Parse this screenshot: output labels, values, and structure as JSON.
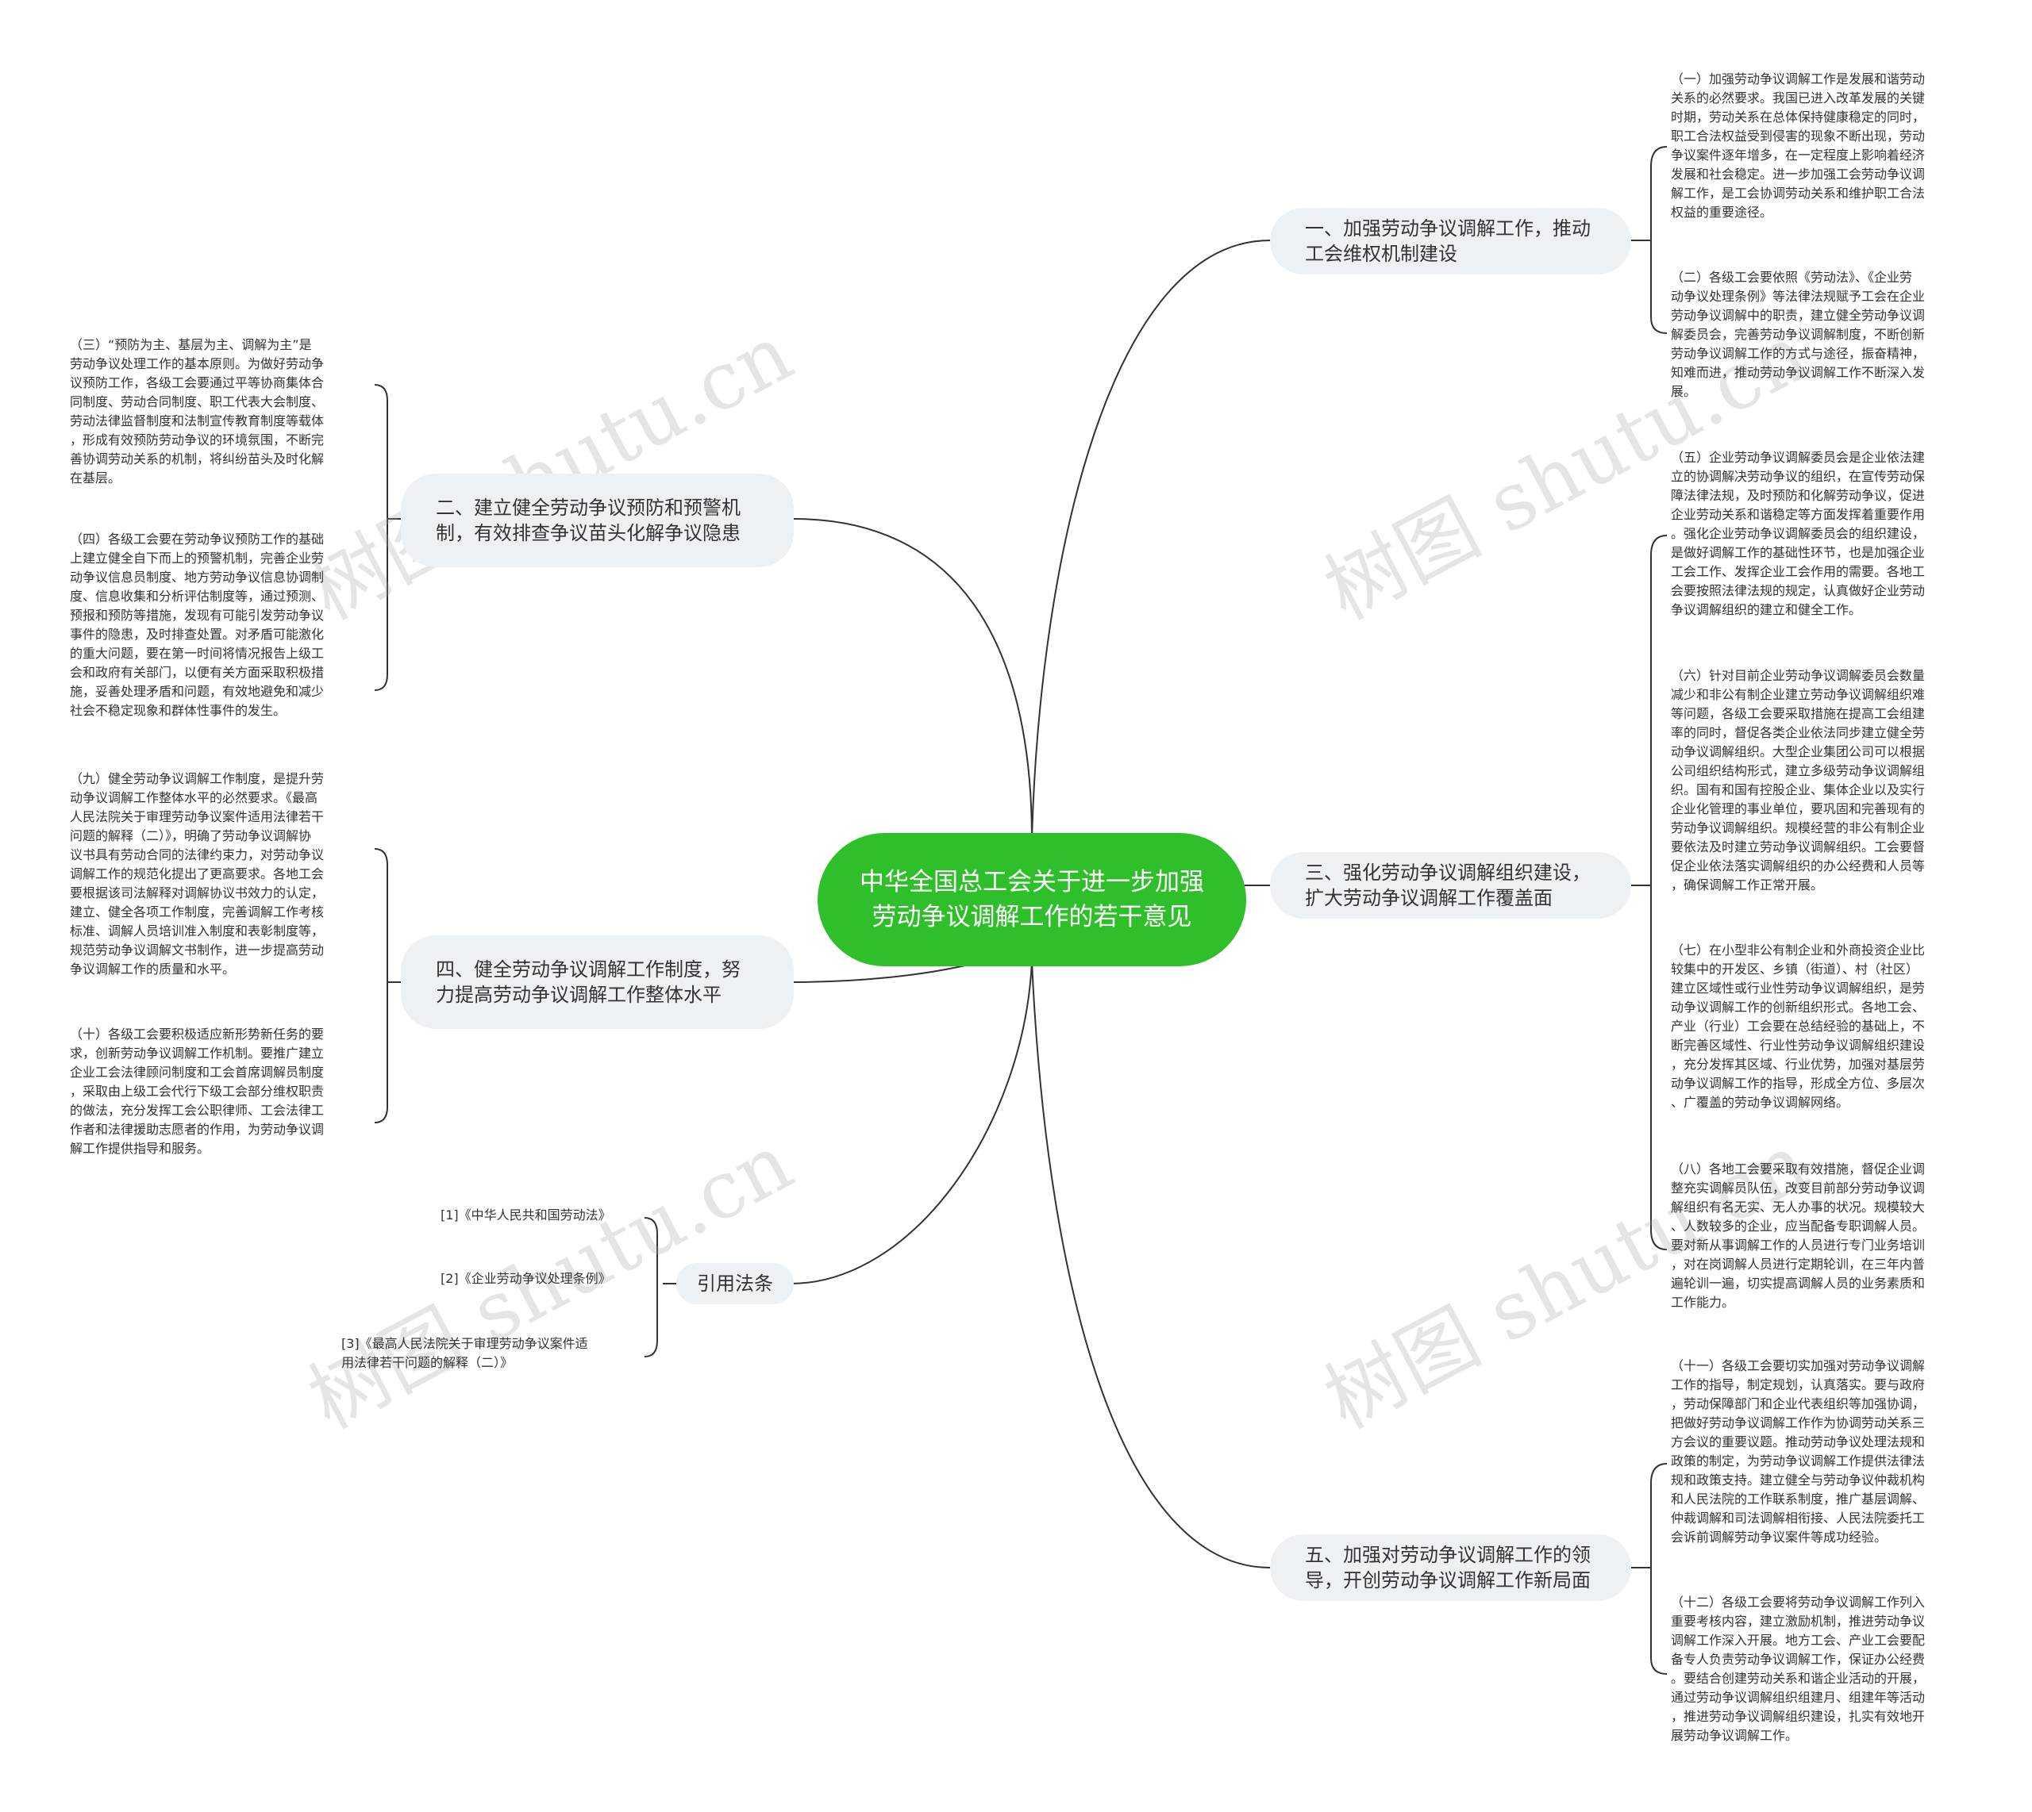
{
  "central": {
    "title": "中华全国总工会关于进一步加强劳动争议调解工作的若干意见"
  },
  "watermark": "树图 shutu.cn",
  "colors": {
    "central_fill": "#2fbf2a",
    "branch_fill": "#eef1f4",
    "line": "#333333",
    "text": "#333333"
  },
  "branches": [
    {
      "label": "一、加强劳动争议调解工作，推动工会维权机制建设",
      "leaves": [
        "（一）加强劳动争议调解工作是发展和谐劳动\n关系的必然要求。我国已进入改革发展的关键\n时期，劳动关系在总体保持健康稳定的同时，\n职工合法权益受到侵害的现象不断出现，劳动\n争议案件逐年增多，在一定程度上影响着经济\n发展和社会稳定。进一步加强工会劳动争议调\n解工作，是工会协调劳动关系和维护职工合法\n权益的重要途径。",
        "（二）各级工会要依照《劳动法》、《企业劳\n动争议处理条例》等法律法规赋予工会在企业\n劳动争议调解中的职责，建立健全劳动争议调\n解委员会，完善劳动争议调解制度，不断创新\n劳动争议调解工作的方式与途径，振奋精神，\n知难而进，推动劳动争议调解工作不断深入发\n展。"
      ]
    },
    {
      "label": "二、建立健全劳动争议预防和预警机制，有效排查争议苗头化解争议隐患",
      "leaves": [
        "（三）“预防为主、基层为主、调解为主”是\n劳动争议处理工作的基本原则。为做好劳动争\n议预防工作，各级工会要通过平等协商集体合\n同制度、劳动合同制度、职工代表大会制度、\n劳动法律监督制度和法制宣传教育制度等载体\n，形成有效预防劳动争议的环境氛围，不断完\n善协调劳动关系的机制，将纠纷苗头及时化解\n在基层。",
        "（四）各级工会要在劳动争议预防工作的基础\n上建立健全自下而上的预警机制，完善企业劳\n动争议信息员制度、地方劳动争议信息协调制\n度、信息收集和分析评估制度等，通过预测、\n预报和预防等措施，发现有可能引发劳动争议\n事件的隐患，及时排查处置。对矛盾可能激化\n的重大问题，要在第一时间将情况报告上级工\n会和政府有关部门，以便有关方面采取积极措\n施，妥善处理矛盾和问题，有效地避免和减少\n社会不稳定现象和群体性事件的发生。"
      ]
    },
    {
      "label": "三、强化劳动争议调解组织建设，扩大劳动争议调解工作覆盖面",
      "leaves": [
        "（五）企业劳动争议调解委员会是企业依法建\n立的协调解决劳动争议的组织，在宣传劳动保\n障法律法规，及时预防和化解劳动争议，促进\n企业劳动关系和谐稳定等方面发挥着重要作用\n。强化企业劳动争议调解委员会的组织建设，\n是做好调解工作的基础性环节，也是加强企业\n工会工作、发挥企业工会作用的需要。各地工\n会要按照法律法规的规定，认真做好企业劳动\n争议调解组织的建立和健全工作。",
        "（六）针对目前企业劳动争议调解委员会数量\n减少和非公有制企业建立劳动争议调解组织难\n等问题，各级工会要采取措施在提高工会组建\n率的同时，督促各类企业依法同步建立健全劳\n动争议调解组织。大型企业集团公司可以根据\n公司组织结构形式，建立多级劳动争议调解组\n织。国有和国有控股企业、集体企业以及实行\n企业化管理的事业单位，要巩固和完善现有的\n劳动争议调解组织。规模经营的非公有制企业\n要依法及时建立劳动争议调解组织。工会要督\n促企业依法落实调解组织的办公经费和人员等\n，确保调解工作正常开展。",
        "（七）在小型非公有制企业和外商投资企业比\n较集中的开发区、乡镇（街道）、村（社区）\n建立区域性或行业性劳动争议调解组织，是劳\n动争议调解工作的创新组织形式。各地工会、\n产业（行业）工会要在总结经验的基础上，不\n断完善区域性、行业性劳动争议调解组织建设\n，充分发挥其区域、行业优势，加强对基层劳\n动争议调解工作的指导，形成全方位、多层次\n、广覆盖的劳动争议调解网络。",
        "（八）各地工会要采取有效措施，督促企业调\n整充实调解员队伍，改变目前部分劳动争议调\n解组织有名无实、无人办事的状况。规模较大\n、人数较多的企业，应当配备专职调解人员。\n要对新从事调解工作的人员进行专门业务培训\n，对在岗调解人员进行定期轮训，在三年内普\n遍轮训一遍，切实提高调解人员的业务素质和\n工作能力。"
      ]
    },
    {
      "label": "四、健全劳动争议调解工作制度，努力提高劳动争议调解工作整体水平",
      "leaves": [
        "（九）健全劳动争议调解工作制度，是提升劳\n动争议调解工作整体水平的必然要求。《最高\n人民法院关于审理劳动争议案件适用法律若干\n问题的解释（二）》，明确了劳动争议调解协\n议书具有劳动合同的法律约束力，对劳动争议\n调解工作的规范化提出了更高要求。各地工会\n要根据该司法解释对调解协议书效力的认定，\n建立、健全各项工作制度，完善调解工作考核\n标准、调解人员培训准入制度和表彰制度等，\n规范劳动争议调解文书制作，进一步提高劳动\n争议调解工作的质量和水平。",
        "（十）各级工会要积极适应新形势新任务的要\n求，创新劳动争议调解工作机制。要推广建立\n企业工会法律顾问制度和工会首席调解员制度\n，采取由上级工会代行下级工会部分维权职责\n的做法，充分发挥工会公职律师、工会法律工\n作者和法律援助志愿者的作用，为劳动争议调\n解工作提供指导和服务。"
      ]
    },
    {
      "label": "五、加强对劳动争议调解工作的领导，开创劳动争议调解工作新局面",
      "leaves": [
        "（十一）各级工会要切实加强对劳动争议调解\n工作的指导，制定规划，认真落实。要与政府\n，劳动保障部门和企业代表组织等加强协调，\n把做好劳动争议调解工作作为协调劳动关系三\n方会议的重要议题。推动劳动争议处理法规和\n政策的制定，为劳动争议调解工作提供法律法\n规和政策支持。建立健全与劳动争议仲裁机构\n和人民法院的工作联系制度，推广基层调解、\n仲裁调解和司法调解相衔接、人民法院委托工\n会诉前调解劳动争议案件等成功经验。",
        "（十二）各级工会要将劳动争议调解工作列入\n重要考核内容，建立激励机制，推进劳动争议\n调解工作深入开展。地方工会、产业工会要配\n备专人负责劳动争议调解工作，保证办公经费\n。要结合创建劳动关系和谐企业活动的开展，\n通过劳动争议调解组织组建月、组建年等活动\n，推进劳动争议调解组织建设，扎实有效地开\n展劳动争议调解工作。"
      ]
    },
    {
      "label": "引用法条",
      "leaves": [
        "[1]《中华人民共和国劳动法》",
        "[2]《企业劳动争议处理条例》",
        "[3]《最高人民法院关于审理劳动争议案件适\n用法律若干问题的解释（二）》"
      ]
    }
  ]
}
